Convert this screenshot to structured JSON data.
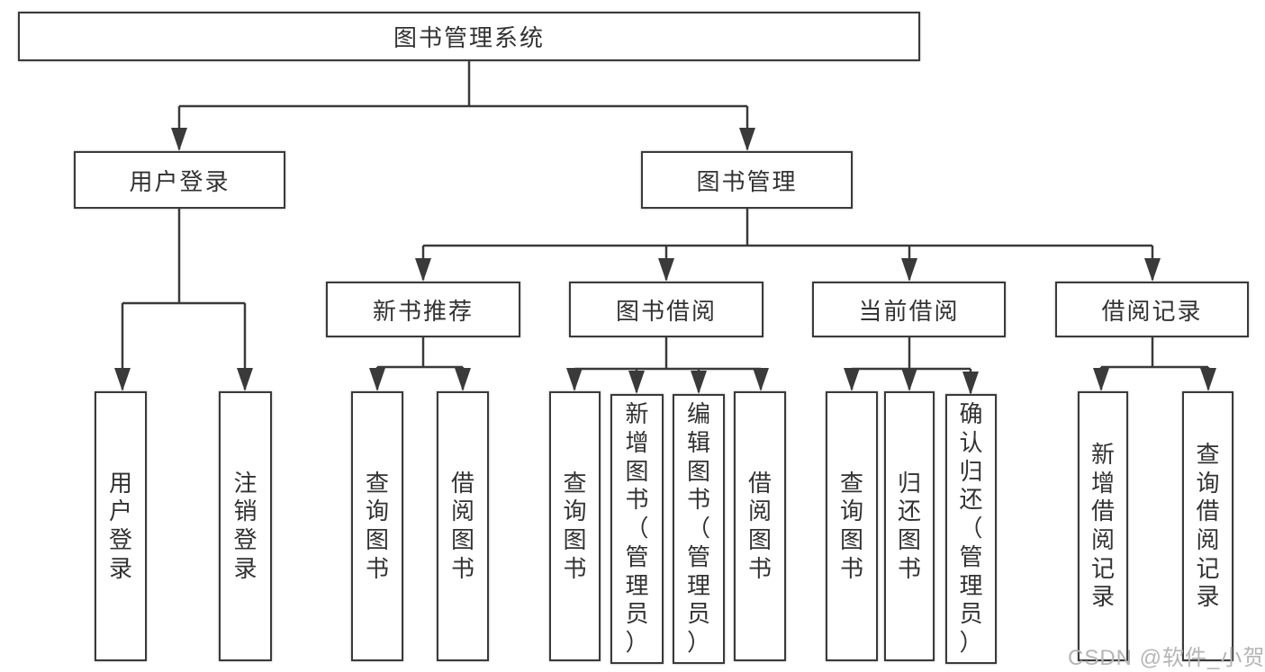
{
  "tree": {
    "root": "图书管理系统",
    "user_login": {
      "label": "用户登录",
      "children": [
        "用户登录",
        "注销登录"
      ]
    },
    "book_management": {
      "label": "图书管理",
      "sections": [
        {
          "label": "新书推荐",
          "children": [
            "查询图书",
            "借阅图书"
          ]
        },
        {
          "label": "图书借阅",
          "children": [
            "查询图书",
            "新增图书（管理员）",
            "编辑图书（管理员）",
            "借阅图书"
          ]
        },
        {
          "label": "当前借阅",
          "children": [
            "查询图书",
            "归还图书",
            "确认归还（管理员）"
          ]
        },
        {
          "label": "借阅记录",
          "children": [
            "新增借阅记录",
            "查询借阅记录"
          ]
        }
      ]
    }
  },
  "watermark": "CSDN @软件_小贺同学",
  "colors": {
    "line": "#3a3a3a",
    "box_border": "#3a3a3a",
    "text": "#323232",
    "watermark": "#b5b5b5",
    "background": "#ffffff"
  }
}
